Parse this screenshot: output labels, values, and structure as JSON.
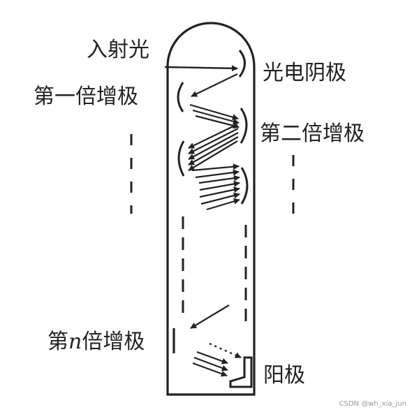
{
  "labels": {
    "incident_light": "入射光",
    "photocathode": "光电阴极",
    "dynode_1": "第一倍增极",
    "dynode_2": "第二倍增极",
    "dynode_n_prefix": "第",
    "dynode_n_var": "n",
    "dynode_n_suffix": "倍增极",
    "anode": "阳极"
  },
  "watermark": "CSDN @wh_xia_jun",
  "colors": {
    "ink": "#222222",
    "background": "#ffffff",
    "watermark": "#9a9a9a"
  }
}
